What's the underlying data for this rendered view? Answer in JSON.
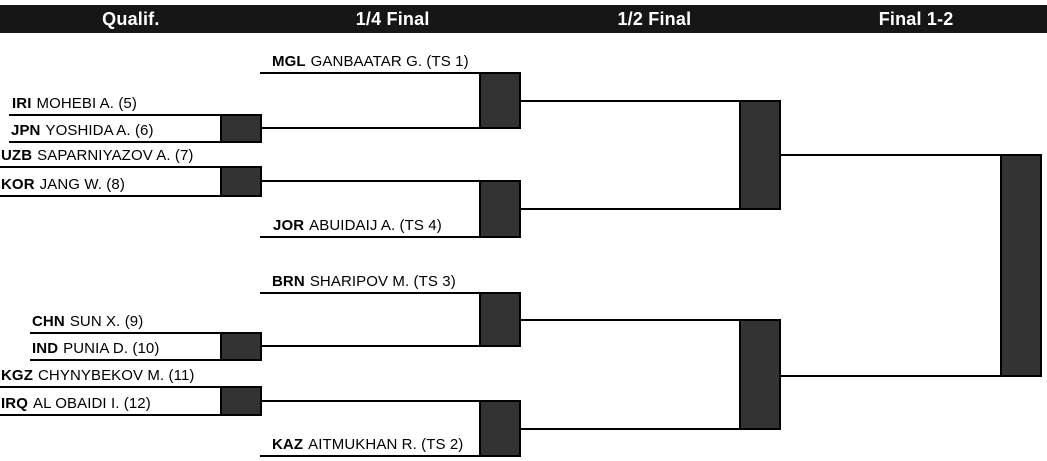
{
  "header": {
    "col1": "Qualif.",
    "col2": "1/4 Final",
    "col3": "1/2 Final",
    "col4": "Final 1-2"
  },
  "players": {
    "mgl": {
      "noc": "MGL",
      "name": "GANBAATAR G. (TS 1)"
    },
    "iri": {
      "noc": "IRI",
      "name": "MOHEBI A. (5)"
    },
    "jpn": {
      "noc": "JPN",
      "name": "YOSHIDA A. (6)"
    },
    "uzb": {
      "noc": "UZB",
      "name": "SAPARNIYAZOV A. (7)"
    },
    "kor": {
      "noc": "KOR",
      "name": "JANG W. (8)"
    },
    "jor": {
      "noc": "JOR",
      "name": "ABUIDAIJ A. (TS 4)"
    },
    "brn": {
      "noc": "BRN",
      "name": "SHARIPOV M. (TS 3)"
    },
    "chn": {
      "noc": "CHN",
      "name": "SUN X. (9)"
    },
    "ind": {
      "noc": "IND",
      "name": "PUNIA D. (10)"
    },
    "kgz": {
      "noc": "KGZ",
      "name": "CHYNYBEKOV M. (11)"
    },
    "irq": {
      "noc": "IRQ",
      "name": "AL OBAIDI I. (12)"
    },
    "kaz": {
      "noc": "KAZ",
      "name": "AITMUKHAN R. (TS 2)"
    }
  },
  "colors": {
    "header_bg": "#161616",
    "header_text": "#ffffff",
    "box_fill": "#333333",
    "line": "#000000"
  }
}
